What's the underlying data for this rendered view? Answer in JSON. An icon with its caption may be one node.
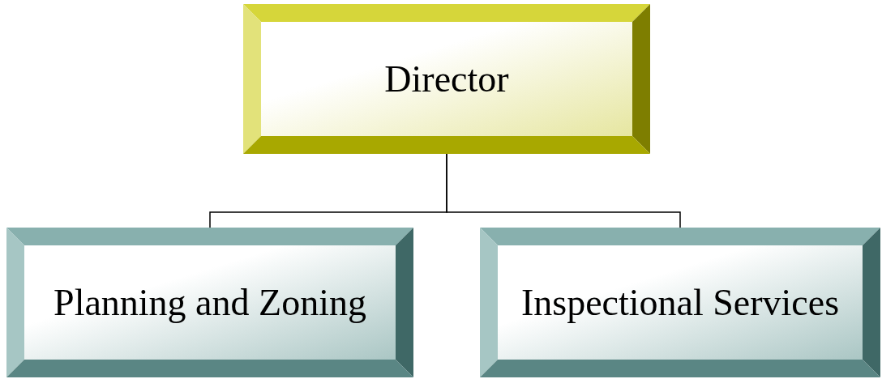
{
  "diagram": {
    "nodes": [
      {
        "text": [
          "Director"
        ]
      },
      {
        "text": [
          "Planning and Zoning"
        ]
      },
      {
        "text": [
          "Inspectional Services"
        ]
      }
    ],
    "edges": [
      {
        "from": 0,
        "to": 1,
        "arrow": "none"
      },
      {
        "from": 0,
        "to": 2,
        "arrow": "none"
      }
    ]
  }
}
